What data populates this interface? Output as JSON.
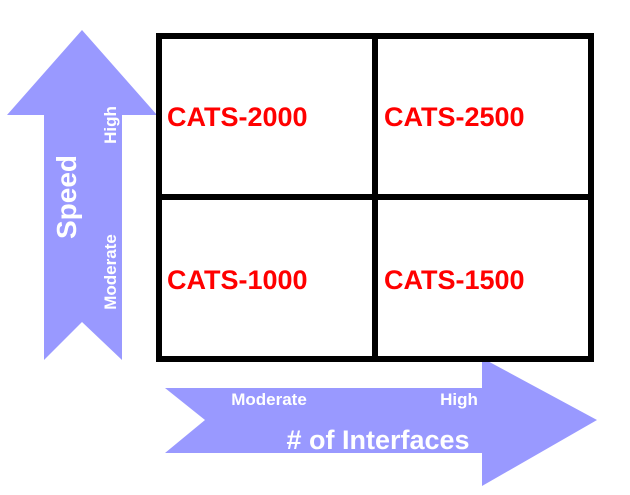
{
  "colors": {
    "arrow_fill": "#9999ff",
    "arrow_text": "#ffffff",
    "cell_text": "#ff0000",
    "grid_line": "#000000",
    "background": "#ffffff"
  },
  "vertical_axis": {
    "title": "Speed",
    "high_label": "High",
    "moderate_label": "Moderate"
  },
  "horizontal_axis": {
    "title": "# of Interfaces",
    "moderate_label": "Moderate",
    "high_label": "High"
  },
  "grid": {
    "top_left": "CATS-2000",
    "top_right": "CATS-2500",
    "bottom_left": "CATS-1000",
    "bottom_right": "CATS-1500"
  }
}
